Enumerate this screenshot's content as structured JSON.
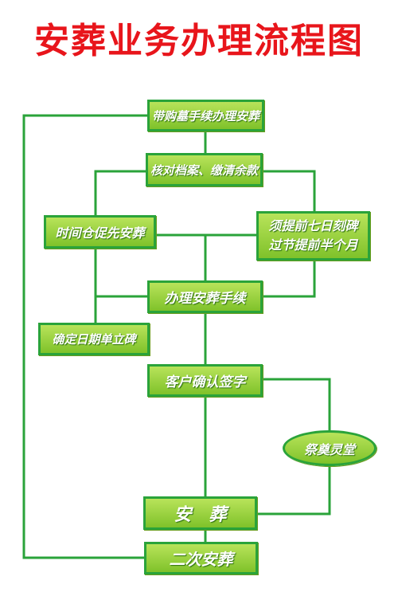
{
  "title": "安葬业务办理流程图",
  "colors": {
    "title": "#e8151b",
    "node_fill": "#9ed33f",
    "node_border": "#2aa33a",
    "line": "#2aa33a",
    "node_text": "#ffffff"
  },
  "nodes": {
    "buy_grave": "带购墓手续办理安葬",
    "check_archive": "核对档案、缴清余款",
    "timely_burial": "时间仓促先安葬",
    "engrave_notice_line1": "须提前七日刻碑",
    "engrave_notice_line2": "过节提前半个月",
    "handle_burial": "办理安葬手续",
    "set_date": "确定日期单立碑",
    "customer_sign": "客户确认签字",
    "memorial_hall": "祭奠灵堂",
    "burial": "安　葬",
    "second_burial": "二次安葬"
  }
}
